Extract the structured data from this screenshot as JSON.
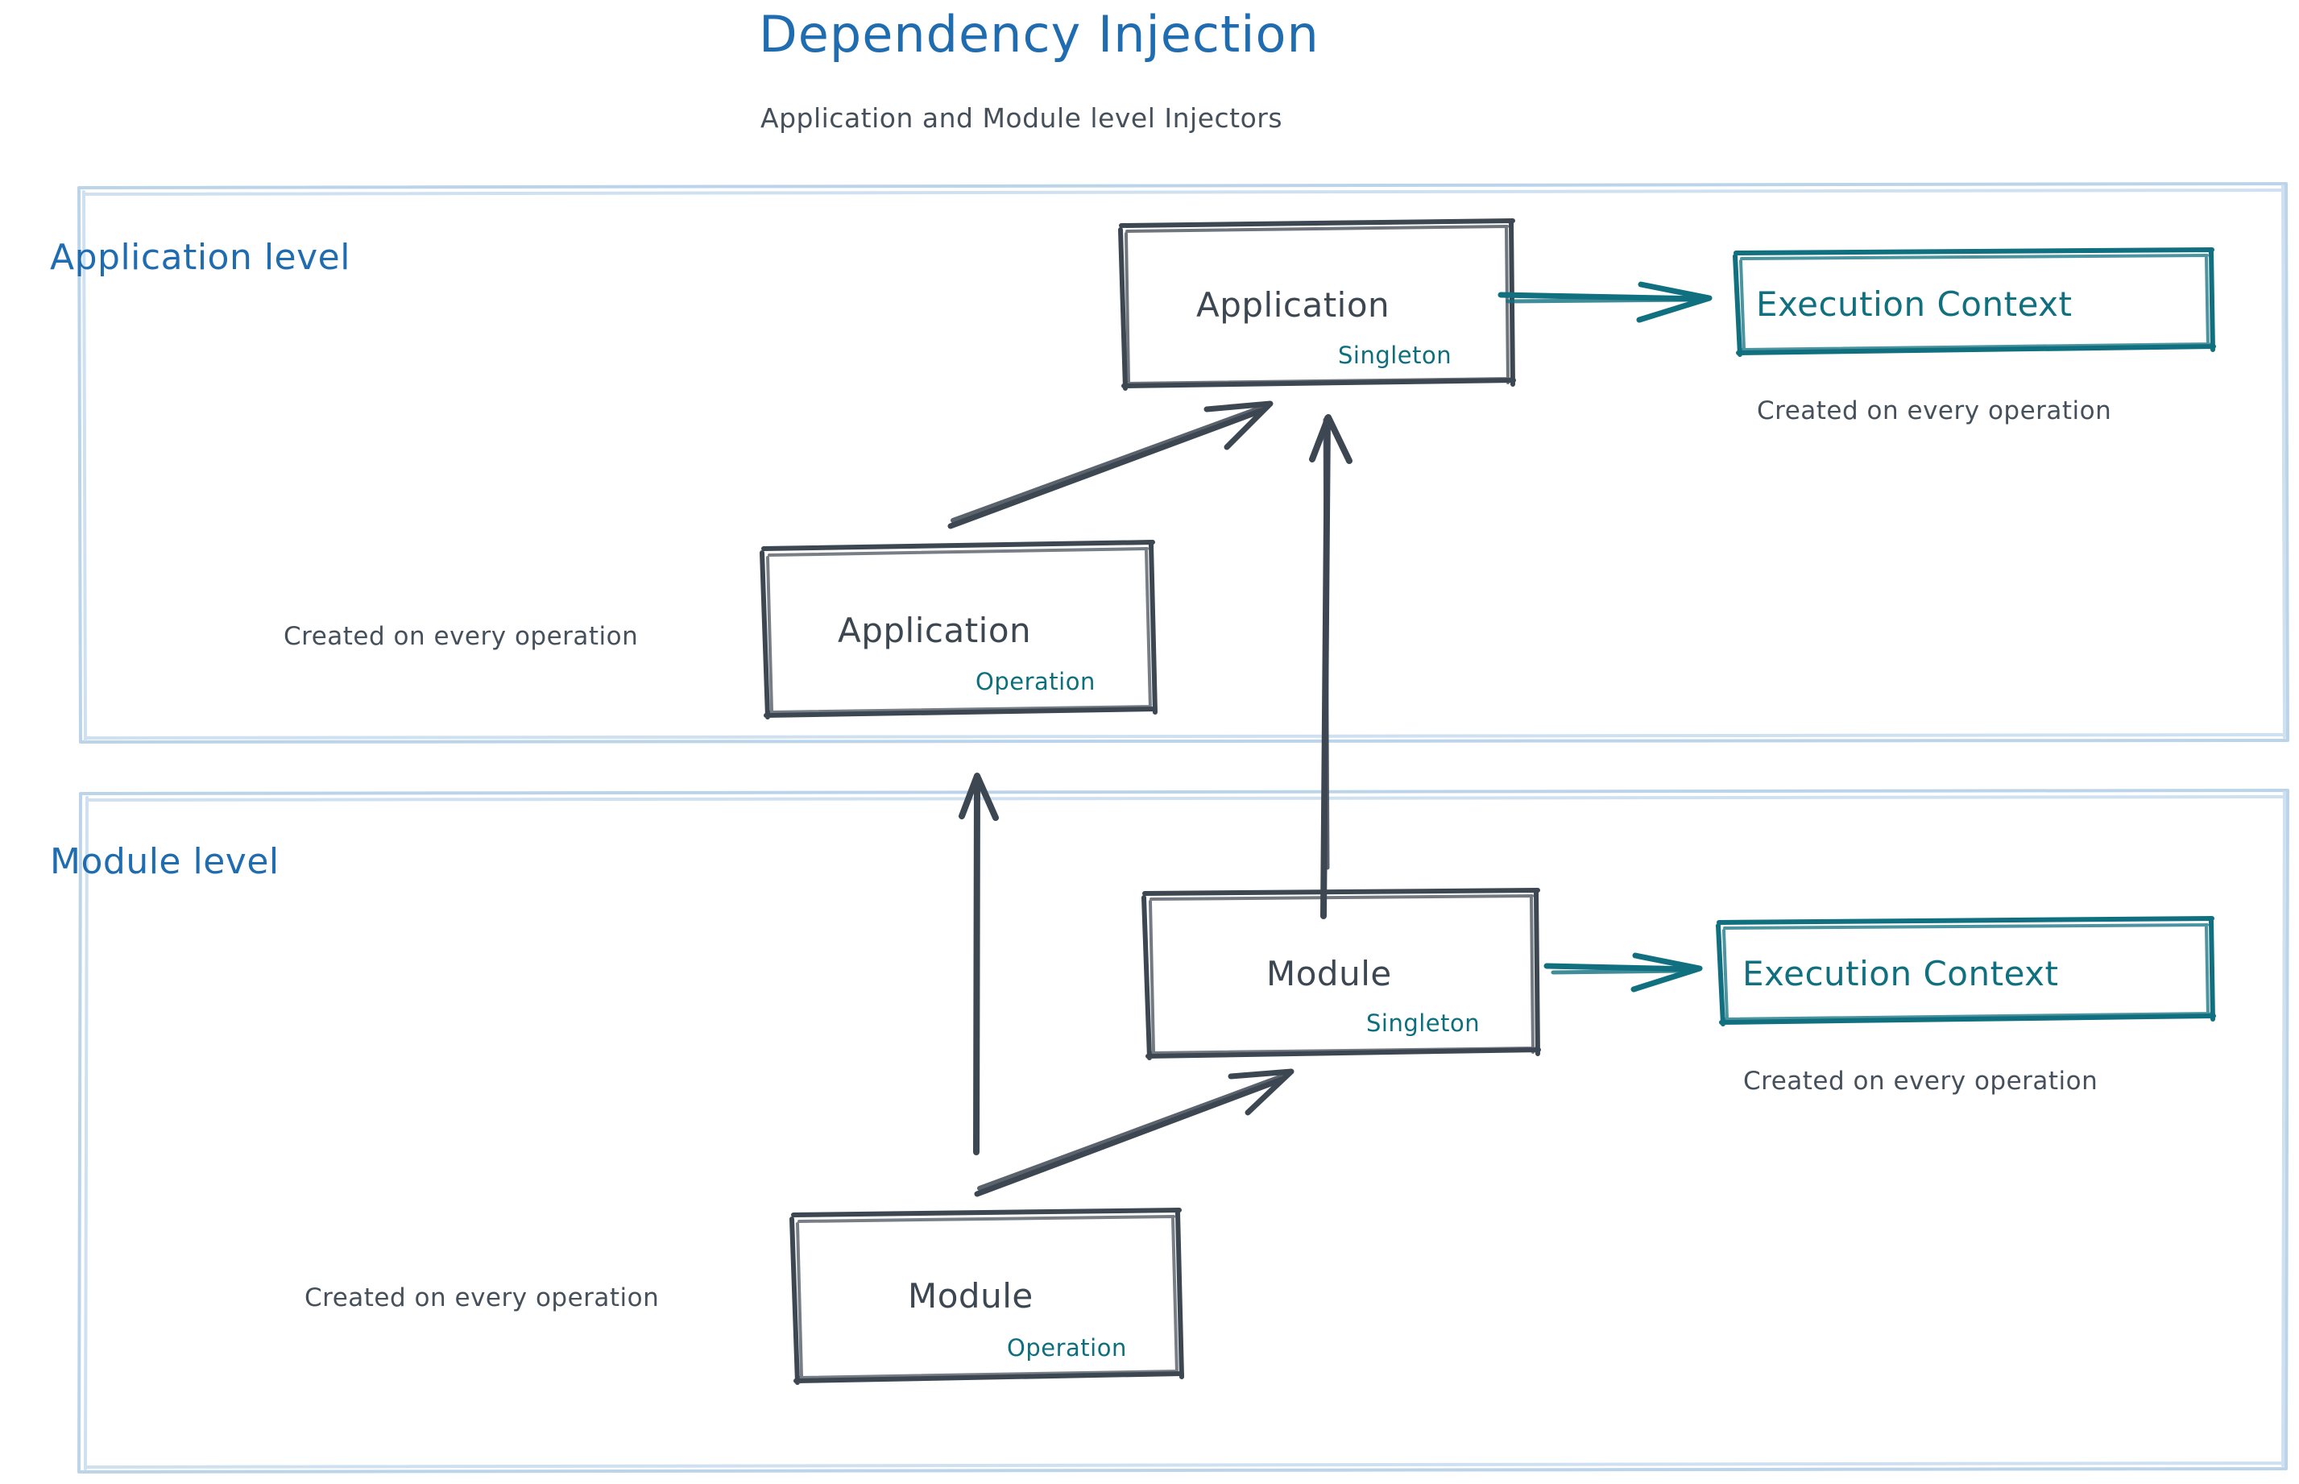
{
  "header": {
    "title": "Dependency Injection",
    "subtitle": "Application and Module level Injectors"
  },
  "colors": {
    "title_blue": "#1f6cb0",
    "zone_border": "#bcd4ea",
    "node_stroke": "#3d4752",
    "teal": "#10707f",
    "note_gray": "#46505a",
    "background": "#ffffff"
  },
  "zones": [
    {
      "id": "application-level",
      "label": "Application level"
    },
    {
      "id": "module-level",
      "label": "Module level"
    }
  ],
  "nodes": [
    {
      "id": "application-singleton",
      "title": "Application",
      "scope": "Singleton",
      "zone": "application-level"
    },
    {
      "id": "application-operation",
      "title": "Application",
      "scope": "Operation",
      "zone": "application-level"
    },
    {
      "id": "module-singleton",
      "title": "Module",
      "scope": "Singleton",
      "zone": "module-level"
    },
    {
      "id": "module-operation",
      "title": "Module",
      "scope": "Operation",
      "zone": "module-level"
    }
  ],
  "context_boxes": [
    {
      "id": "application-execution-context",
      "title": "Execution Context",
      "note": "Created on every operation"
    },
    {
      "id": "module-execution-context",
      "title": "Execution Context",
      "note": "Created on every operation"
    }
  ],
  "notes": [
    {
      "id": "note-application-operation",
      "text": "Created on every operation"
    },
    {
      "id": "note-module-operation",
      "text": "Created on every operation"
    }
  ]
}
